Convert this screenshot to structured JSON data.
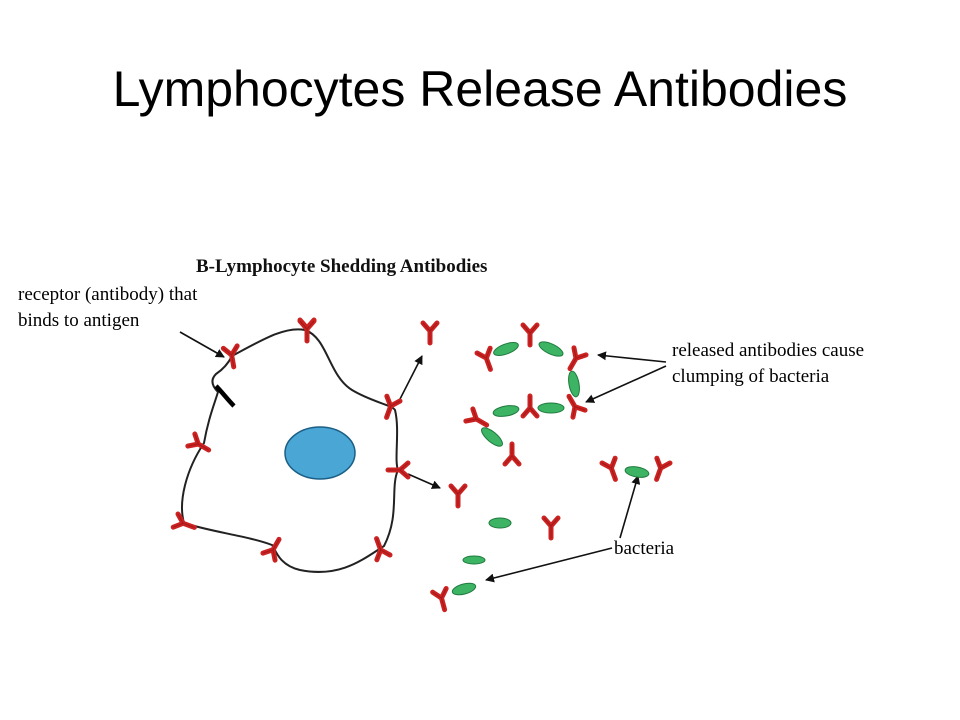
{
  "slide": {
    "title": "Lymphocytes Release Antibodies"
  },
  "diagram": {
    "title": "B-Lymphocyte Shedding Antibodies",
    "labels": {
      "receptor_line1": "receptor (antibody) that",
      "receptor_line2": "binds to antigen",
      "released_line1": "released antibodies cause",
      "released_line2": "clumping of bacteria",
      "bacteria": "bacteria"
    },
    "colors": {
      "antibody": "#cc2222",
      "antibody_dark": "#7a1010",
      "bacteria": "#3cb464",
      "bacteria_dark": "#1f7a3e",
      "nucleus": "#4aa6d4",
      "nucleus_dark": "#1b5f86",
      "membrane": "#222222"
    }
  }
}
